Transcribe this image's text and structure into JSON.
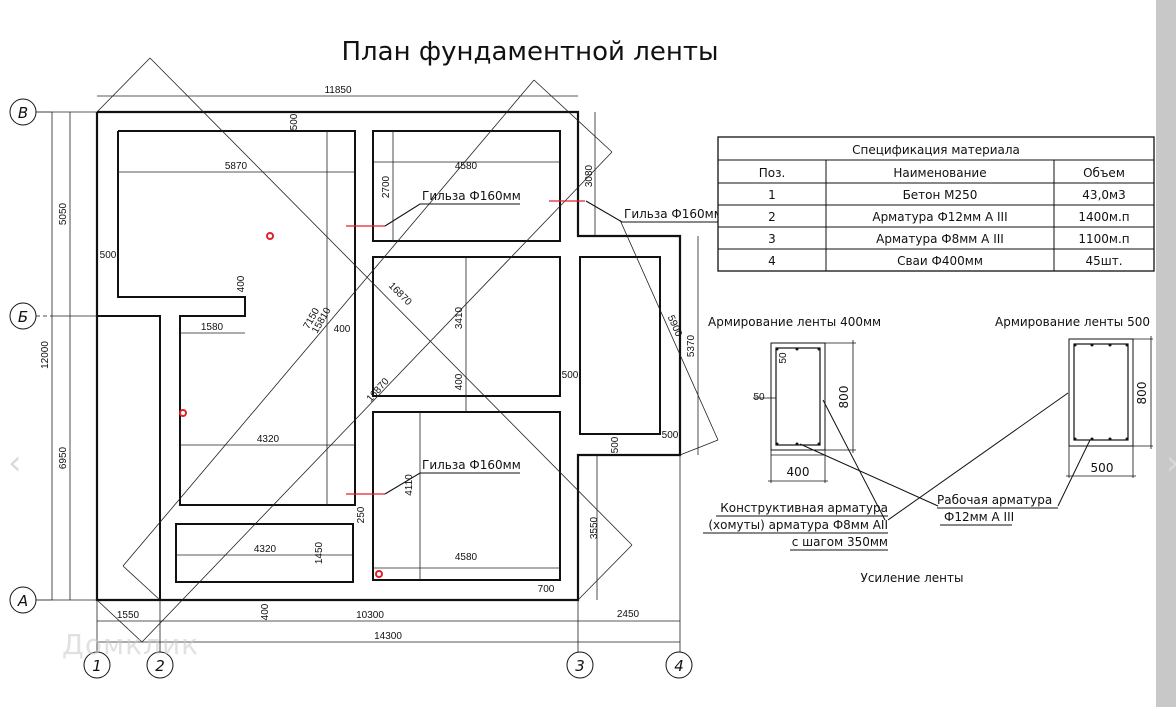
{
  "title": "План фундаментной ленты",
  "colors": {
    "line": "#111111",
    "accent_red": "#e0202a",
    "strip": "#c8c8c8"
  },
  "axes": {
    "rows": [
      {
        "label": "В"
      },
      {
        "label": "Б"
      },
      {
        "label": "А"
      }
    ],
    "cols": [
      {
        "label": "1"
      },
      {
        "label": "2"
      },
      {
        "label": "3"
      },
      {
        "label": "4"
      }
    ]
  },
  "dimensions": {
    "overall_top": "11850",
    "left_total": "12000",
    "left_upper": "5050",
    "left_lower": "6950",
    "bottom_1_2": "1550",
    "bottom_2_3": "10300",
    "bottom_3_4": "2450",
    "bottom_total": "14300",
    "room1_width": "5870",
    "wall_top": "500",
    "wall_left": "500",
    "step_400": "400",
    "room2_width": "1580",
    "room3_width": "4320",
    "wall_mid": "400",
    "room4_width": "4320",
    "room4_height": "1450",
    "room5_width": "4580",
    "room5_height": "2700",
    "room6_height": "3410",
    "wall_mid2": "400",
    "room7_height": "4110",
    "room7_width": "4580",
    "gap_250": "250",
    "bottom_wall_400": "400",
    "offset_700": "700",
    "right_3080": "3080",
    "right_5370": "5370",
    "right_3550": "3550",
    "wall_500_a": "500",
    "wall_500_b": "500",
    "wall_500_c": "500",
    "diag_16870_a": "16870",
    "diag_16870_b": "16870",
    "diag_15810": "15810",
    "diag_7150": "7150",
    "diag_5900": "5900"
  },
  "callouts": {
    "sleeve_1": "Гильза Ф160мм",
    "sleeve_2": "Гильза Ф160мм",
    "sleeve_3": "Гильза Ф160мм"
  },
  "spec_table": {
    "title": "Спецификация материала",
    "headers": [
      "Поз.",
      "Наименование",
      "Объем"
    ],
    "rows": [
      [
        "1",
        "Бетон М250",
        "43,0м3"
      ],
      [
        "2",
        "Арматура Ф12мм А III",
        "1400м.п"
      ],
      [
        "3",
        "Арматура Ф8мм А III",
        "1100м.п"
      ],
      [
        "4",
        "Сваи Ф400мм",
        "45шт."
      ]
    ]
  },
  "sections": {
    "s400": {
      "title": "Армирование ленты 400мм",
      "width": "400",
      "height": "800",
      "cover_top": "50",
      "cover_side": "50"
    },
    "s500": {
      "title": "Армирование ленты 500",
      "width": "500",
      "height": "800"
    },
    "label_stirrup_1": "Конструктивная арматура",
    "label_stirrup_2": "(хомуты) арматура Ф8мм АII",
    "label_stirrup_3": "с шагом 350мм",
    "label_work_1": "Рабочая арматура",
    "label_work_2": "Ф12мм А III",
    "caption": "Усиление ленты"
  },
  "watermark": "Домклик",
  "nav": {
    "prev": "‹",
    "next": "›"
  }
}
